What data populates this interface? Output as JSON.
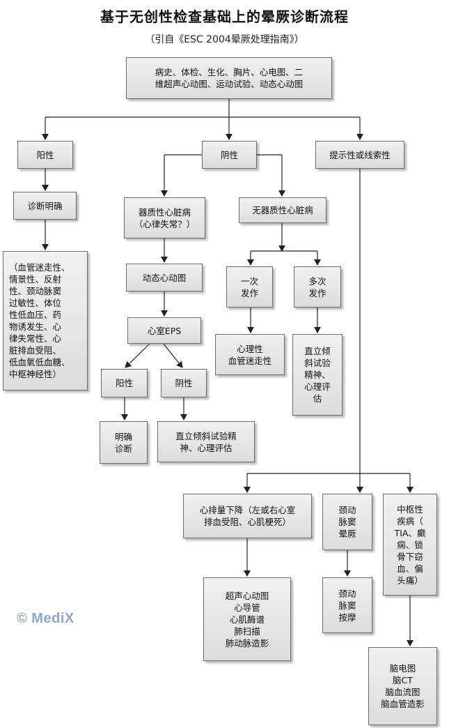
{
  "title": "基于无创性检查基础上的晕厥诊断流程",
  "subtitle": "（引自《ESC 2004晕厥处理指南》）",
  "watermark": "© MediX",
  "nodes": {
    "root": "病史、体检、生化、胸片、心电图、二\n维超声心动图、运动试验、动态心动图",
    "positive": "阳性",
    "diag_clear": "诊断明确",
    "diag_list": "（血管迷走性、\n情景性、反射\n性、颈动脉窦\n过敏性、体位\n性低血压、药\n物诱发生、心\n律失常性、心\n脏排血受阻、\n低血氧低血糖、\n中枢神经性）",
    "negative": "阴性",
    "suggestive": "提示性或线索性",
    "organic": "器质性心脏病\n（心律失常？）",
    "holter": "动态心动图",
    "eps": "心室EPS",
    "eps_pos": "阳性",
    "eps_neg": "阴性",
    "eps_pos_result": "明确\n诊断",
    "eps_neg_result": "直立倾斜试验精\n神、心理评估",
    "non_organic": "无器质性心脏病",
    "single": "一次\n发作",
    "multiple": "多次\n发作",
    "single_result": "心理性\n血管迷走性",
    "multiple_result": "直立倾\n斜试验\n精神、\n心理评\n估",
    "cardiac_output": "心排量下降（左或右心室\n排血受阻、心肌梗死）",
    "cardiac_tests": "超声心动图\n心导管\n心肌酶谱\n肺扫描\n肺动脉造影",
    "carotid": "颈动\n脉窦\n晕厥",
    "carotid_test": "颈动\n脉窦\n按摩",
    "cns": "中枢性\n疾病（\nTIA、癫\n痫、锁\n骨下窃\n血、偏\n头痛）",
    "cns_tests": "脑电图\n脑CT\n脑血流图\n脑血管造影"
  }
}
